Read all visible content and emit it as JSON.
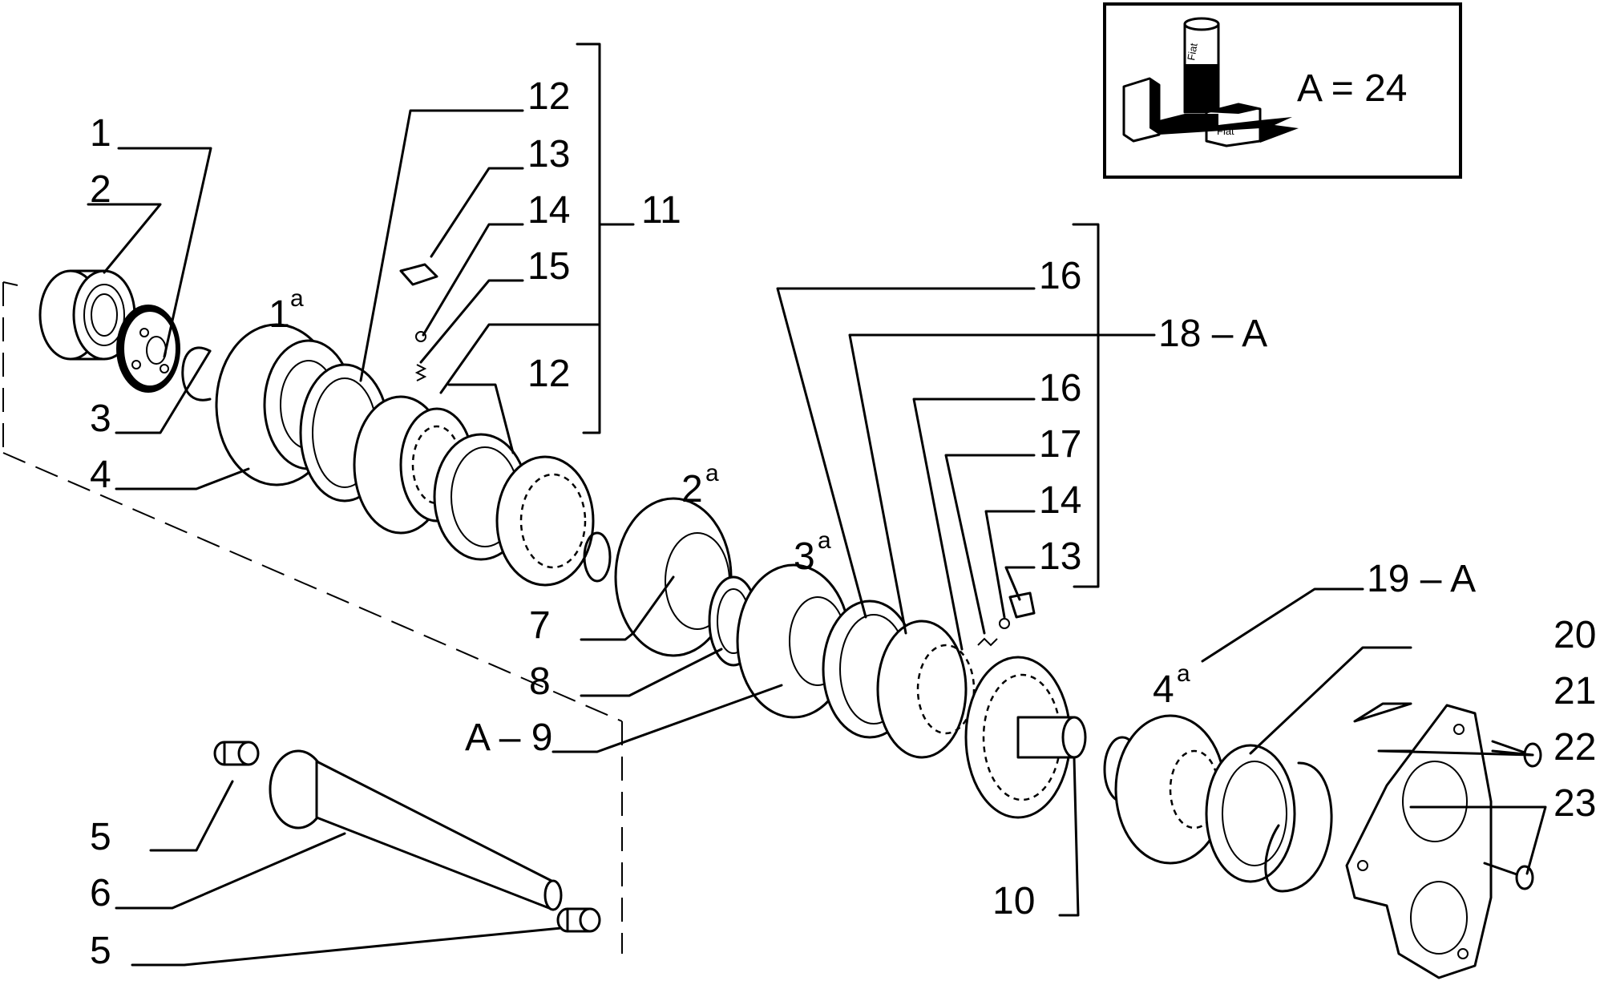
{
  "legend": {
    "box_text": "A = 24",
    "can_brand": "Fiat",
    "box_brand": "Fiat"
  },
  "labels": {
    "l1": "1",
    "l2": "2",
    "l3": "3",
    "l4": "4",
    "l5a": "5",
    "l5b": "5",
    "l6": "6",
    "l7": "7",
    "l8": "8",
    "l9": "A – 9",
    "l10": "10",
    "l11": "11",
    "l12a": "12",
    "l12b": "12",
    "l13a": "13",
    "l13b": "13",
    "l14a": "14",
    "l14b": "14",
    "l15": "15",
    "l16a": "16",
    "l16b": "16",
    "l17": "17",
    "l18": "18 – A",
    "l19": "19 – A",
    "l20": "20",
    "l21": "21",
    "l22": "22",
    "l23": "23"
  },
  "gear_labels": {
    "g1": "1",
    "g2": "2",
    "g3": "3",
    "g4": "4",
    "sup": "a"
  }
}
